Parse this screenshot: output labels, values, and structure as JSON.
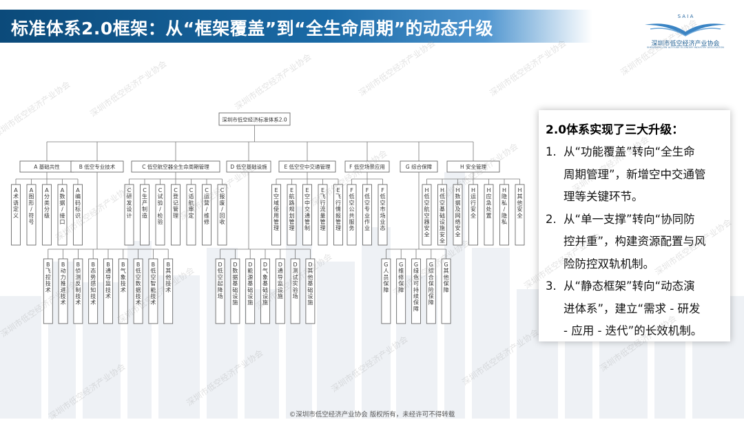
{
  "header": {
    "title": "标准体系2.0框架：从“框架覆盖”到“全生命周期”的动态升级"
  },
  "logo": {
    "acronym": "S A I A",
    "name": "深圳市低空经济产业协会",
    "subtitle": "SHENZHEN LOW ALTITUDE ECONOMY INDUSTRY ASSOCIATION"
  },
  "chart": {
    "root": "深圳市低空经济标准体系2.0",
    "categories": [
      {
        "label": "A 基础共性",
        "children": [
          "A术语定义",
          "A图形/符号",
          "A分类分级",
          "A数据/接口",
          "A编码标识"
        ],
        "subs": []
      },
      {
        "label": "B 低空专业技术",
        "children": [],
        "subs": [
          "B飞控技术",
          "B动力推进技术",
          "B侦测反制技术",
          "B态势感知技术",
          "B通导监技术",
          "B气象技术",
          "B低空数据技术",
          "B低空智能技术",
          "B其他技术"
        ]
      },
      {
        "label": "C 低空航空器全生命周期管理",
        "children": [
          "C研发设计",
          "C生产制造",
          "C试验/检验",
          "C登记管理",
          "C适航审定",
          "C运营/维修",
          "C报废/回收"
        ],
        "subs": []
      },
      {
        "label": "D 低空基础设施",
        "children": [],
        "subs": [
          "D低空起降场",
          "D数据基础设施",
          "D能源基础设施",
          "D气象基础设施",
          "D通导监设施",
          "D测试实验场",
          "D其他基础设施"
        ]
      },
      {
        "label": "E 低空空中交通管理",
        "children": [
          "E空域使用管理",
          "E航路规划管理",
          "E空中交通管制",
          "E飞行流量管理",
          "E飞行情报管理"
        ],
        "subs": []
      },
      {
        "label": "F 低空场景应用",
        "children": [
          "F低空公共服务",
          "F低空专业作业",
          "F低空市场业态"
        ],
        "subs": []
      },
      {
        "label": "G 综合保障",
        "children": [],
        "subs": [
          "G人员保障",
          "G维修保障",
          "G绿色可持续保障",
          "G综合保险保障",
          "G其他保障"
        ]
      },
      {
        "label": "H 安全管理",
        "children": [
          "H低空航空器安全",
          "H低空基础设施安全",
          "H数据及网络安全",
          "H运行安全",
          "H应急处置",
          "H隐私/隐私",
          "H其他安全"
        ],
        "subs": []
      }
    ]
  },
  "panel": {
    "title": "2.0体系实现了三大升级：",
    "items": [
      {
        "num": "1.",
        "lines": [
          "从“功能覆盖”转向“全生命",
          "周期管理”，新增空中交通管",
          "理等关键环节。"
        ]
      },
      {
        "num": "2.",
        "lines": [
          "从“单一支撑”转向“协同防",
          "控并重”，构建资源配置与风",
          "险防控双轨机制。"
        ]
      },
      {
        "num": "3.",
        "lines": [
          "从“静态框架”转向“动态演",
          "进体系”，建立“需求 - 研发",
          "- 应用 - 迭代”的长效机制。"
        ]
      }
    ]
  },
  "footer": {
    "text": "©深圳市低空经济产业协会  版权所有，未经许可不得转载"
  },
  "watermark": {
    "text": "深圳市低空经济产业协会"
  }
}
